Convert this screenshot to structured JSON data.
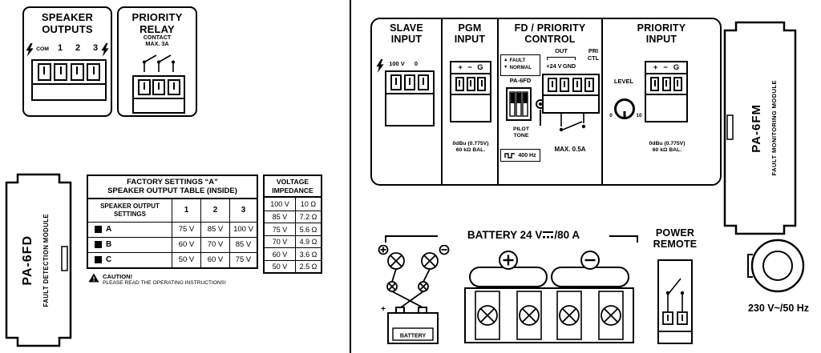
{
  "colors": {
    "ink": "#000000",
    "paper": "#ffffff"
  },
  "speaker_outputs": {
    "title_line1": "SPEAKER",
    "title_line2": "OUTPUTS",
    "terminals": [
      "COM",
      "1",
      "2",
      "3"
    ]
  },
  "priority_relay": {
    "title_line1": "PRIORITY",
    "title_line2": "RELAY",
    "contact_line1": "CONTACT",
    "contact_line2": "MAX. 3A"
  },
  "pa6fd": {
    "name": "PA-6FD",
    "caption": "FAULT DETECTION MODULE"
  },
  "factory_table": {
    "title_line1": "FACTORY SETTINGS “A”",
    "title_line2": "SPEAKER OUTPUT TABLE (INSIDE)",
    "row_header_line1": "SPEAKER OUTPUT",
    "row_header_line2": "SETTINGS",
    "columns": [
      "1",
      "2",
      "3"
    ],
    "rows": [
      {
        "setting": "A",
        "values": [
          "75 V",
          "85 V",
          "100 V"
        ]
      },
      {
        "setting": "B",
        "values": [
          "60 V",
          "70 V",
          "85 V"
        ]
      },
      {
        "setting": "C",
        "values": [
          "50 V",
          "60 V",
          "75 V"
        ]
      }
    ],
    "caution_line1": "CAUTION!",
    "caution_line2": "PLEASE READ THE OPERATING INSTRUCTIONS!"
  },
  "voltage_table": {
    "header_line1": "VOLTAGE",
    "header_line2": "IMPEDANCE",
    "rows": [
      {
        "voltage": "100 V",
        "impedance": "10 Ω"
      },
      {
        "voltage": "85 V",
        "impedance": "7.2 Ω"
      },
      {
        "voltage": "75 V",
        "impedance": "5.6 Ω"
      },
      {
        "voltage": "70 V",
        "impedance": "4.9 Ω"
      },
      {
        "voltage": "60 V",
        "impedance": "3.6 Ω"
      },
      {
        "voltage": "50 V",
        "impedance": "2.5 Ω"
      }
    ]
  },
  "slave_input": {
    "title_line1": "SLAVE",
    "title_line2": "INPUT",
    "label_100v": "100 V",
    "label_0": "0"
  },
  "pgm_input": {
    "title_line1": "PGM",
    "title_line2": "INPUT",
    "terminals": [
      "+",
      "−",
      "G"
    ],
    "note_line1": "0dBu (0.775V)",
    "note_line2": "60 kΩ BAL."
  },
  "fd_priority": {
    "title_line1": "FD / PRIORITY",
    "title_line2": "CONTROL",
    "up_arrow_icon": "▲",
    "down_arrow_icon": "▼",
    "switch_up": "FAULT",
    "switch_down": "NORMAL",
    "module": "PA-6FD",
    "out": "OUT",
    "plus24": "+24 V",
    "gnd": "GND",
    "pri": "PRI",
    "ctl": "CTL",
    "pilot_line1": "PILOT",
    "pilot_line2": "TONE",
    "freq": "400 Hz",
    "max": "MAX. 0.5A"
  },
  "priority_input": {
    "title_line1": "PRIORITY",
    "title_line2": "INPUT",
    "level": "LEVEL",
    "knob_min": "0",
    "knob_max": "10",
    "terminals": [
      "+",
      "−",
      "G"
    ],
    "note_line1": "0dBu (0.775V)",
    "note_line2": "60 kΩ BAL."
  },
  "battery": {
    "title_prefix": "BATTERY 24 V",
    "title_suffix": "/80 A",
    "terminal_plus": "+",
    "label": "BATTERY"
  },
  "power_remote": {
    "title_line1": "POWER",
    "title_line2": "REMOTE"
  },
  "pa6fm": {
    "name": "PA-6FM",
    "caption": "FAULT MONITORING MODULE"
  },
  "mains": {
    "label": "230 V~/50 Hz"
  }
}
